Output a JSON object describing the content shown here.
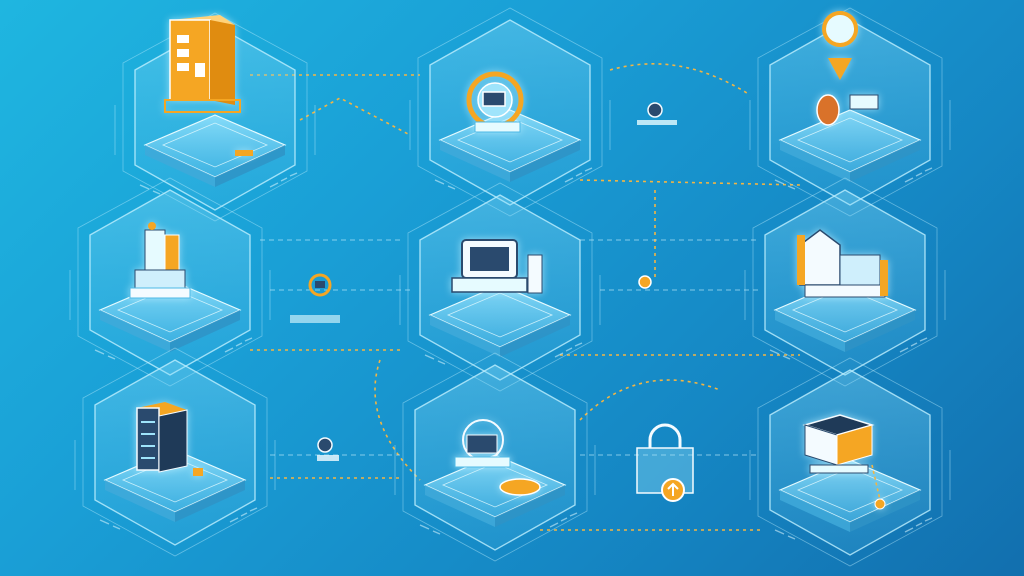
{
  "diagram": {
    "style": "isometric network infographic",
    "colors": {
      "background_start": "#1fb6e0",
      "background_end": "#126fae",
      "panel_fill": "#6fd3f5",
      "panel_stroke": "#bff0ff",
      "accent": "#f5a623",
      "connector": "#f2b544",
      "device_white": "#f4fbff",
      "device_dark": "#2a4a6e"
    },
    "nodes": [
      {
        "id": "node-1",
        "row": 0,
        "col": 0,
        "icon": "server-building-icon"
      },
      {
        "id": "node-2",
        "row": 0,
        "col": 1,
        "icon": "target-sync-icon"
      },
      {
        "id": "node-3",
        "row": 0,
        "col": 2,
        "icon": "location-pin-icon"
      },
      {
        "id": "node-4",
        "row": 1,
        "col": 0,
        "icon": "data-stack-icon"
      },
      {
        "id": "node-5",
        "row": 1,
        "col": 1,
        "icon": "monitor-icon"
      },
      {
        "id": "node-6",
        "row": 1,
        "col": 2,
        "icon": "factory-icon"
      },
      {
        "id": "node-7",
        "row": 2,
        "col": 0,
        "icon": "server-rack-icon"
      },
      {
        "id": "node-8",
        "row": 2,
        "col": 1,
        "icon": "cloud-sync-icon"
      },
      {
        "id": "node-9",
        "row": 2,
        "col": 2,
        "icon": "database-box-icon"
      }
    ],
    "connector_badges": [
      {
        "id": "badge-row0",
        "icon": "mini-device-icon"
      },
      {
        "id": "badge-row1",
        "icon": "orange-chip-icon"
      },
      {
        "id": "badge-row1b",
        "icon": "orange-chip-icon"
      },
      {
        "id": "badge-row2",
        "icon": "mini-device-icon"
      },
      {
        "id": "badge-lock",
        "icon": "padlock-icon"
      }
    ]
  }
}
